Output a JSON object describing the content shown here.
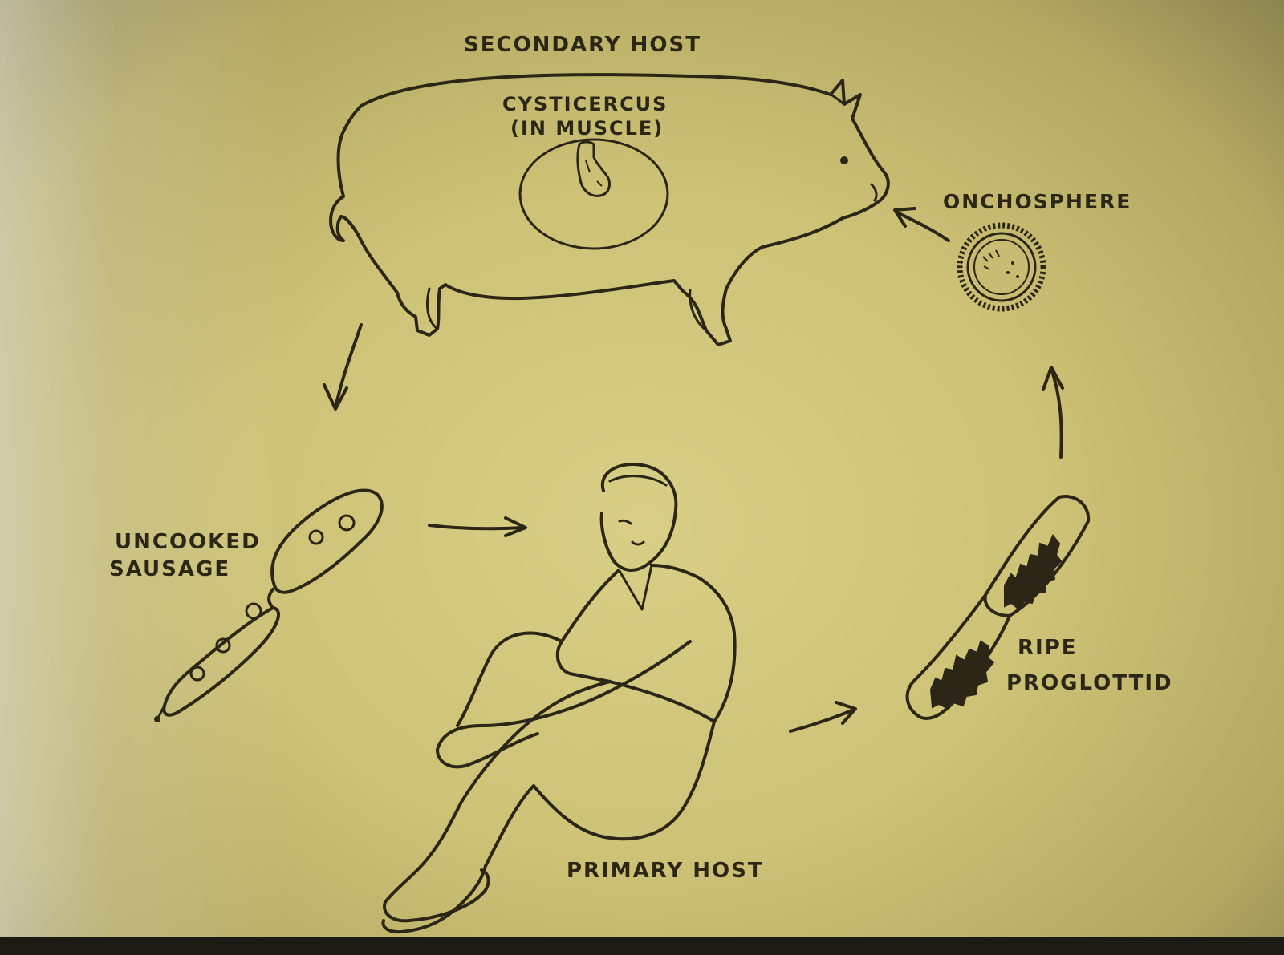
{
  "diagram": {
    "labels": {
      "secondary_host": "SECONDARY HOST",
      "cysticercus": "CYSTICERCUS",
      "in_muscle": "(IN MUSCLE)",
      "onchosphere": "ONCHOSPHERE",
      "uncooked": "UNCOOKED",
      "sausage": "SAUSAGE",
      "ripe": "RIPE",
      "proglottid": "PROGLOTTID",
      "primary_host": "PRIMARY HOST"
    },
    "colors": {
      "paper": "#cdc276",
      "ink": "#2c2616"
    },
    "icons": [
      "pig",
      "cysticercus-cyst",
      "onchosphere-egg",
      "sausage",
      "seated-person",
      "proglottid-segments",
      "arrow"
    ]
  }
}
